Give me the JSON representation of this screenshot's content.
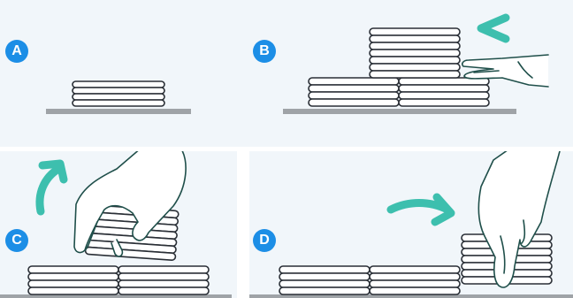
{
  "panels": [
    {
      "id": "A",
      "label": "A"
    },
    {
      "id": "B",
      "label": "B"
    },
    {
      "id": "C",
      "label": "C"
    },
    {
      "id": "D",
      "label": "D"
    }
  ],
  "colors": {
    "badge": "#1c8ee6",
    "arrow": "#3dbfae",
    "hand_stroke": "#1f4f4a",
    "plate_stroke": "#2a2f36",
    "shelf": "#9fa3a7",
    "panel_bg": "#f1f6fa"
  },
  "icons": {
    "arrow_b": "arrow-left-icon",
    "arrow_c": "arrow-curved-up-icon",
    "arrow_d": "arrow-curved-right-icon",
    "hand_b": "hand-push-icon",
    "hand_c": "hand-grab-icon",
    "hand_d": "hand-place-icon"
  }
}
